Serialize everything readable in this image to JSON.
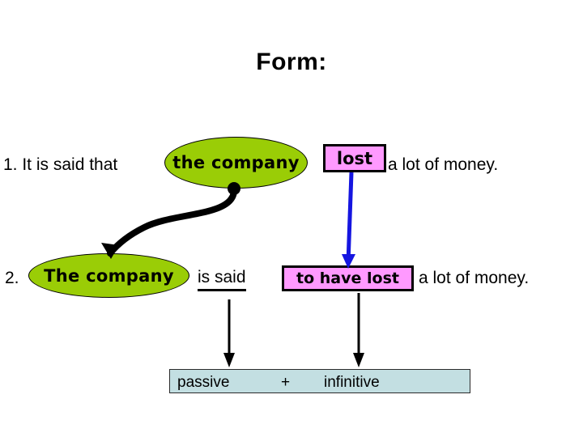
{
  "slide": {
    "title": "Form:",
    "background_color": "#ffffff"
  },
  "colors": {
    "ellipse_green": "#9acd06",
    "box_pink": "#ff99ff",
    "legend_blue": "#c3dfe2",
    "blue_arrow": "#1515e0",
    "black": "#000000"
  },
  "line1": {
    "number_and_lead": "1. It is said that",
    "subject_ellipse": "the company",
    "verb_box": "lost",
    "tail": "a lot of money."
  },
  "line2": {
    "number": "2.",
    "subject_ellipse": "The company",
    "passive_verb": "is said",
    "infinitive_box": "to have lost",
    "tail": "a lot of money."
  },
  "legend": {
    "passive": "passive",
    "plus": "+",
    "infinitive": "infinitive"
  },
  "arrows": {
    "subject_move": "curved-black-arrow-from-line1-subject-to-line2-subject",
    "verb_transform": "blue-vertical-arrow-from-lost-to-to-have-lost",
    "passive_pointer": "black-arrow-from-is-said-to-legend-passive",
    "infinitive_pointer": "black-arrow-from-to-have-lost-to-legend-infinitive"
  }
}
